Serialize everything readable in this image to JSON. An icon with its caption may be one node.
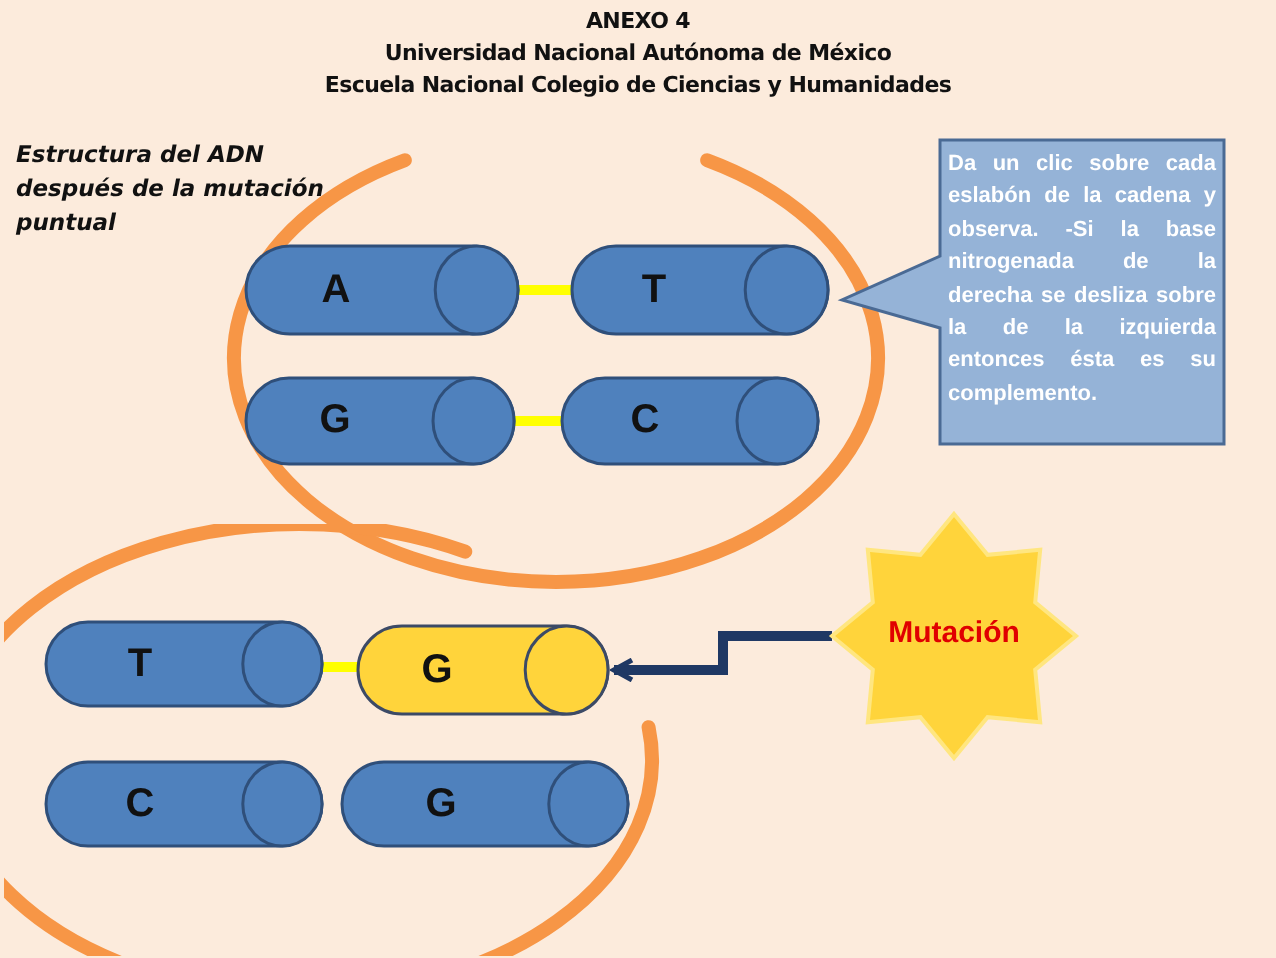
{
  "diagram": {
    "title": "ANEXO 4",
    "nodes": [
      {
        "text": [],
        "shape": "circle"
      },
      {
        "text": [
          "A"
        ],
        "in": 0
      },
      {
        "text": [
          "T"
        ],
        "in": 0
      },
      {
        "text": [
          "G"
        ],
        "in": 0
      },
      {
        "text": [
          "C"
        ],
        "in": 0
      },
      {
        "text": [],
        "shape": "circle"
      },
      {
        "text": [
          "T"
        ],
        "in": 5
      },
      {
        "text": [
          "G"
        ],
        "in": 5
      },
      {
        "text": [
          "C"
        ],
        "in": 5
      },
      {
        "text": [
          "G"
        ],
        "in": 5
      },
      {
        "text": [
          "Da un clic  sobre cada eslabón de la cadena y observa. -Si la base nitrogenada de la derecha se desliza sobre la de la  izquierda entonces ésta es su complemento."
        ]
      },
      {
        "text": [
          "Mutación"
        ]
      }
    ],
    "edges": [
      {
        "from": 1,
        "to": 2,
        "arrow": "none"
      },
      {
        "from": 3,
        "to": 4,
        "arrow": "none"
      },
      {
        "from": 6,
        "to": 7,
        "arrow": "none"
      },
      {
        "from": 11,
        "to": 7,
        "arrow": "to",
        "color": "#1f3864"
      }
    ],
    "labels": [
      "Universidad Nacional Autónoma de México",
      "Escuela Nacional Colegio de Ciencias y Humanidades",
      "Estructura del ADN después de la mutación puntual"
    ]
  }
}
